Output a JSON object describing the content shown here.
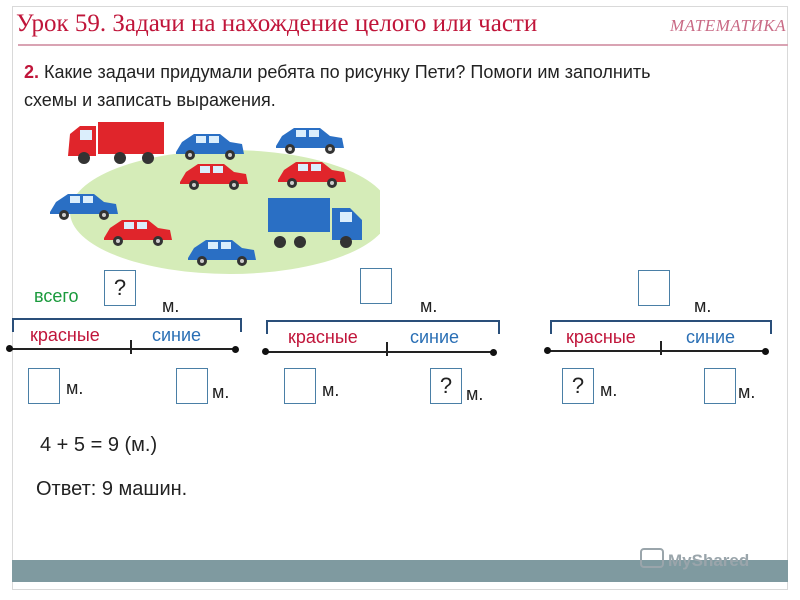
{
  "header": {
    "title": "Урок 59. Задачи на нахождение целого или части",
    "subject": "МАТЕМАТИКА"
  },
  "task": {
    "number": "2.",
    "text": "Какие задачи придумали ребята по рисунку Пети? Помоги им заполнить схемы и записать выражения."
  },
  "schemes": [
    {
      "total_label": "всего",
      "total_value": "?",
      "total_unit": "м.",
      "left_label": "красные",
      "right_label": "синие",
      "left_value": "",
      "left_unit": "м.",
      "right_value": "",
      "right_unit": "м."
    },
    {
      "total_value": "",
      "total_unit": "м.",
      "left_label": "красные",
      "right_label": "синие",
      "left_value": "",
      "left_unit": "м.",
      "right_value": "?",
      "right_unit": "м."
    },
    {
      "total_value": "",
      "total_unit": "м.",
      "left_label": "красные",
      "right_label": "синие",
      "left_value": "?",
      "left_unit": "м.",
      "right_value": "",
      "right_unit": "м."
    }
  ],
  "solution": {
    "expression": "4 + 5 = 9 (м.)",
    "answer": "Ответ: 9 машин."
  },
  "watermark": "MyShared",
  "colors": {
    "red_car": "#e0252b",
    "blue_car": "#2a6fc4",
    "blob": "#d5ecb8",
    "title": "#c0153a"
  }
}
